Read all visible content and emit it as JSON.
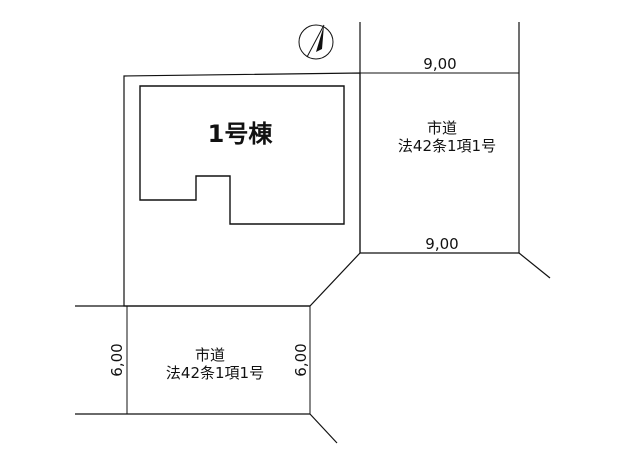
{
  "building": {
    "label": "1号棟"
  },
  "roads": {
    "east": {
      "line1": "市道",
      "line2": "法42条1項1号"
    },
    "south": {
      "line1": "市道",
      "line2": "法42条1項1号"
    }
  },
  "dimensions": {
    "east_top": "9,00",
    "east_bottom": "9,00",
    "south_left": "6,00",
    "south_right": "6,00"
  },
  "icons": {
    "north": "north-arrow-icon"
  },
  "colors": {
    "line": "#111111",
    "background": "#ffffff"
  }
}
